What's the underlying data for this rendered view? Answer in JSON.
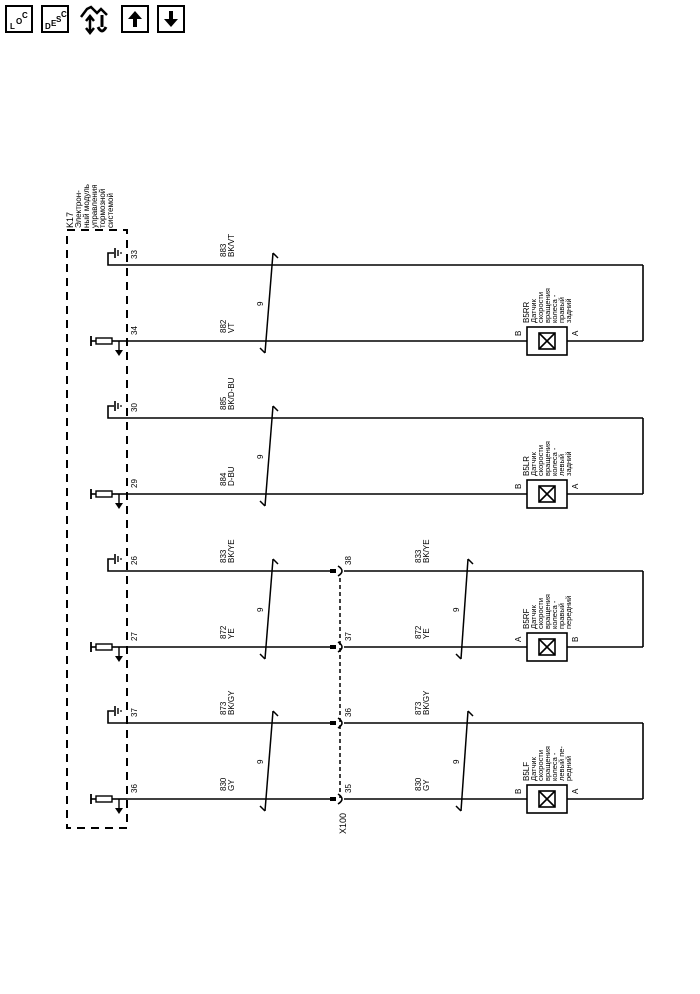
{
  "toolbar": {
    "buttons": [
      {
        "name": "loc",
        "label": "LOC",
        "icon": "loc-icon"
      },
      {
        "name": "desc",
        "label": "DESC",
        "icon": "desc-icon"
      },
      {
        "name": "connector",
        "label": "",
        "icon": "connector-tool-icon"
      },
      {
        "name": "up",
        "label": "",
        "icon": "arrow-up-icon"
      },
      {
        "name": "down",
        "label": "",
        "icon": "arrow-down-icon"
      }
    ]
  },
  "module": {
    "id": "K17",
    "name_lines": [
      "Электрон-",
      "ный модуль",
      "управления",
      "тормозной",
      "системой"
    ]
  },
  "connector": {
    "id": "X100"
  },
  "twisted_pair_label": "9",
  "sensors": [
    {
      "id": "B5RR",
      "desc_lines": [
        "Датчик",
        "скорости",
        "вращения",
        "колеса -",
        "правый",
        "задний"
      ],
      "left_pin": "B",
      "right_pin": "A",
      "wires": [
        {
          "module_pin": "33",
          "circuit": "883",
          "color": "BK/VT",
          "ground": "signal-ground"
        },
        {
          "module_pin": "34",
          "circuit": "882",
          "color": "VT",
          "ground": "filter"
        }
      ]
    },
    {
      "id": "B5LR",
      "desc_lines": [
        "Датчик",
        "скорости",
        "вращения",
        "колеса -",
        "левый",
        "задний"
      ],
      "left_pin": "B",
      "right_pin": "A",
      "wires": [
        {
          "module_pin": "30",
          "circuit": "885",
          "color": "BK/D-BU",
          "ground": "signal-ground"
        },
        {
          "module_pin": "29",
          "circuit": "884",
          "color": "D-BU",
          "ground": "filter"
        }
      ]
    },
    {
      "id": "B5RF",
      "desc_lines": [
        "Датчик",
        "скорости",
        "вращения",
        "колеса -",
        "правый",
        "передний"
      ],
      "left_pin": "A",
      "right_pin": "B",
      "wires": [
        {
          "module_pin": "26",
          "circuit": "833",
          "color": "BK/YE",
          "ground": "signal-ground",
          "x100_pin": "38"
        },
        {
          "module_pin": "27",
          "circuit": "872",
          "color": "YE",
          "ground": "filter",
          "x100_pin": "37"
        }
      ]
    },
    {
      "id": "B5LF",
      "desc_lines": [
        "Датчик",
        "скорости",
        "вращения",
        "колеса -",
        "левый пе-",
        "редний"
      ],
      "left_pin": "B",
      "right_pin": "A",
      "wires": [
        {
          "module_pin": "37",
          "circuit": "873",
          "color": "BK/GY",
          "ground": "signal-ground",
          "x100_pin": "36"
        },
        {
          "module_pin": "36",
          "circuit": "830",
          "color": "GY",
          "ground": "filter",
          "x100_pin": "35"
        }
      ]
    }
  ]
}
